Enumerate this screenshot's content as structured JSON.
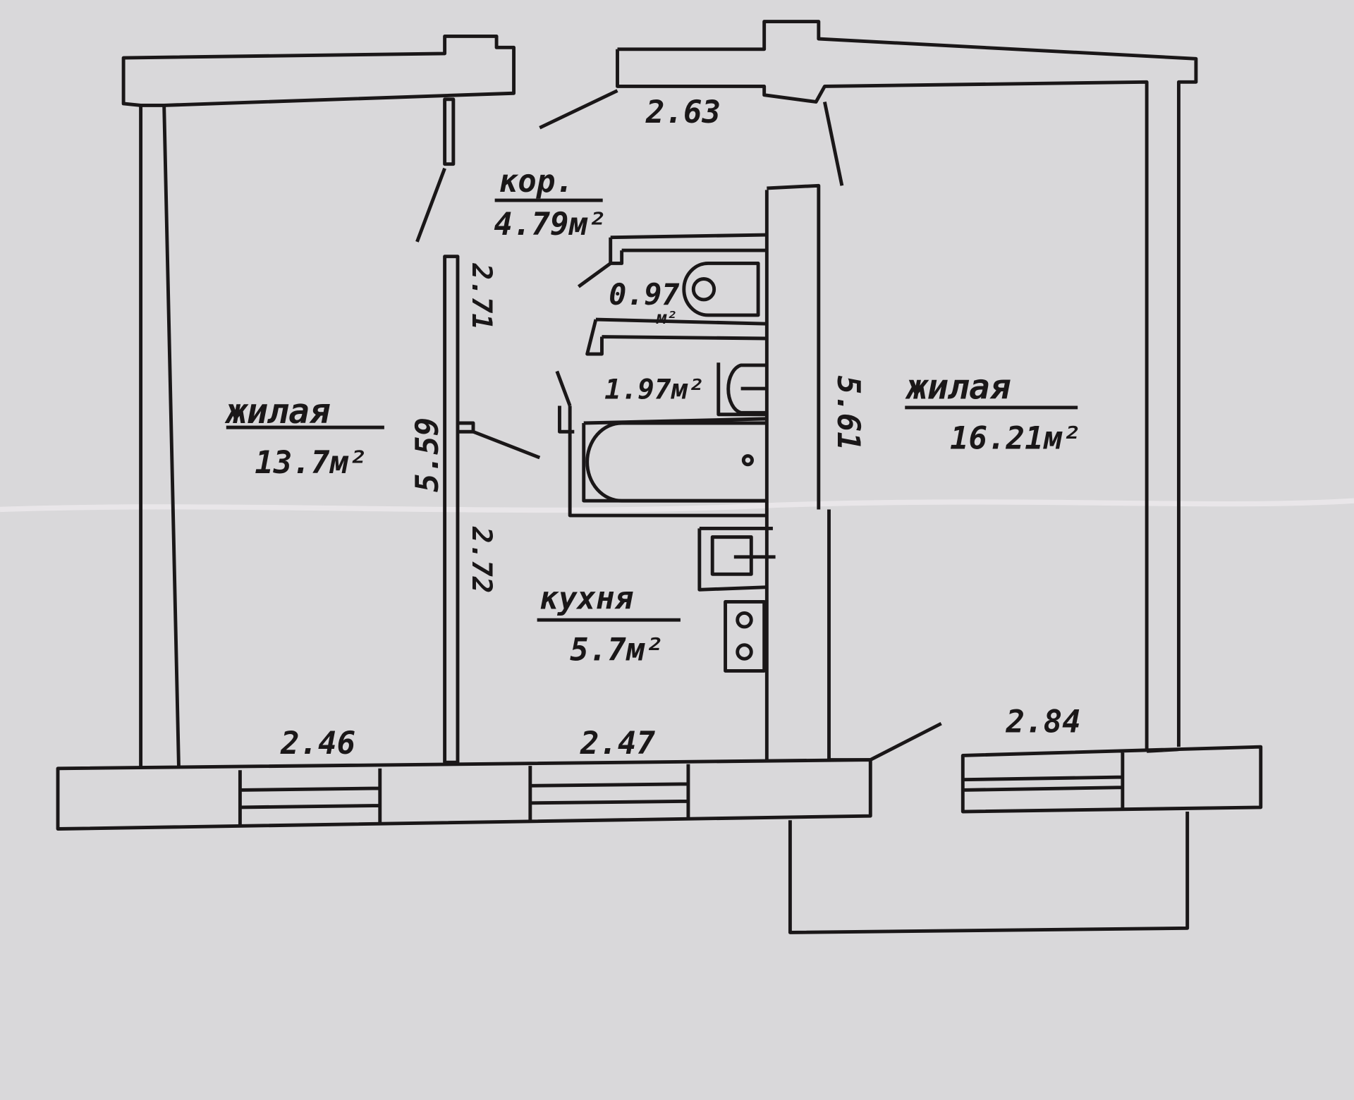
{
  "rooms": {
    "living_left": {
      "label": "жилая",
      "area": "13.7м²"
    },
    "corridor": {
      "label": "кор.",
      "area": "4.79м²"
    },
    "toilet": {
      "area": "0.97",
      "unit": "м²"
    },
    "bathroom": {
      "area": "1.97м²"
    },
    "kitchen": {
      "label": "кухня",
      "area": "5.7м²"
    },
    "living_right": {
      "label": "жилая",
      "area": "16.21м²"
    }
  },
  "dimensions": {
    "left_bottom": "2.46",
    "kitchen_bottom": "2.47",
    "right_bottom": "2.84",
    "corridor_top": "2.63",
    "left_height": "5.59",
    "partition_upper": "2.71",
    "partition_lower": "2.72",
    "right_height": "5.61"
  },
  "colors": {
    "paper": "#d9d8da",
    "ink": "#1a1718"
  }
}
